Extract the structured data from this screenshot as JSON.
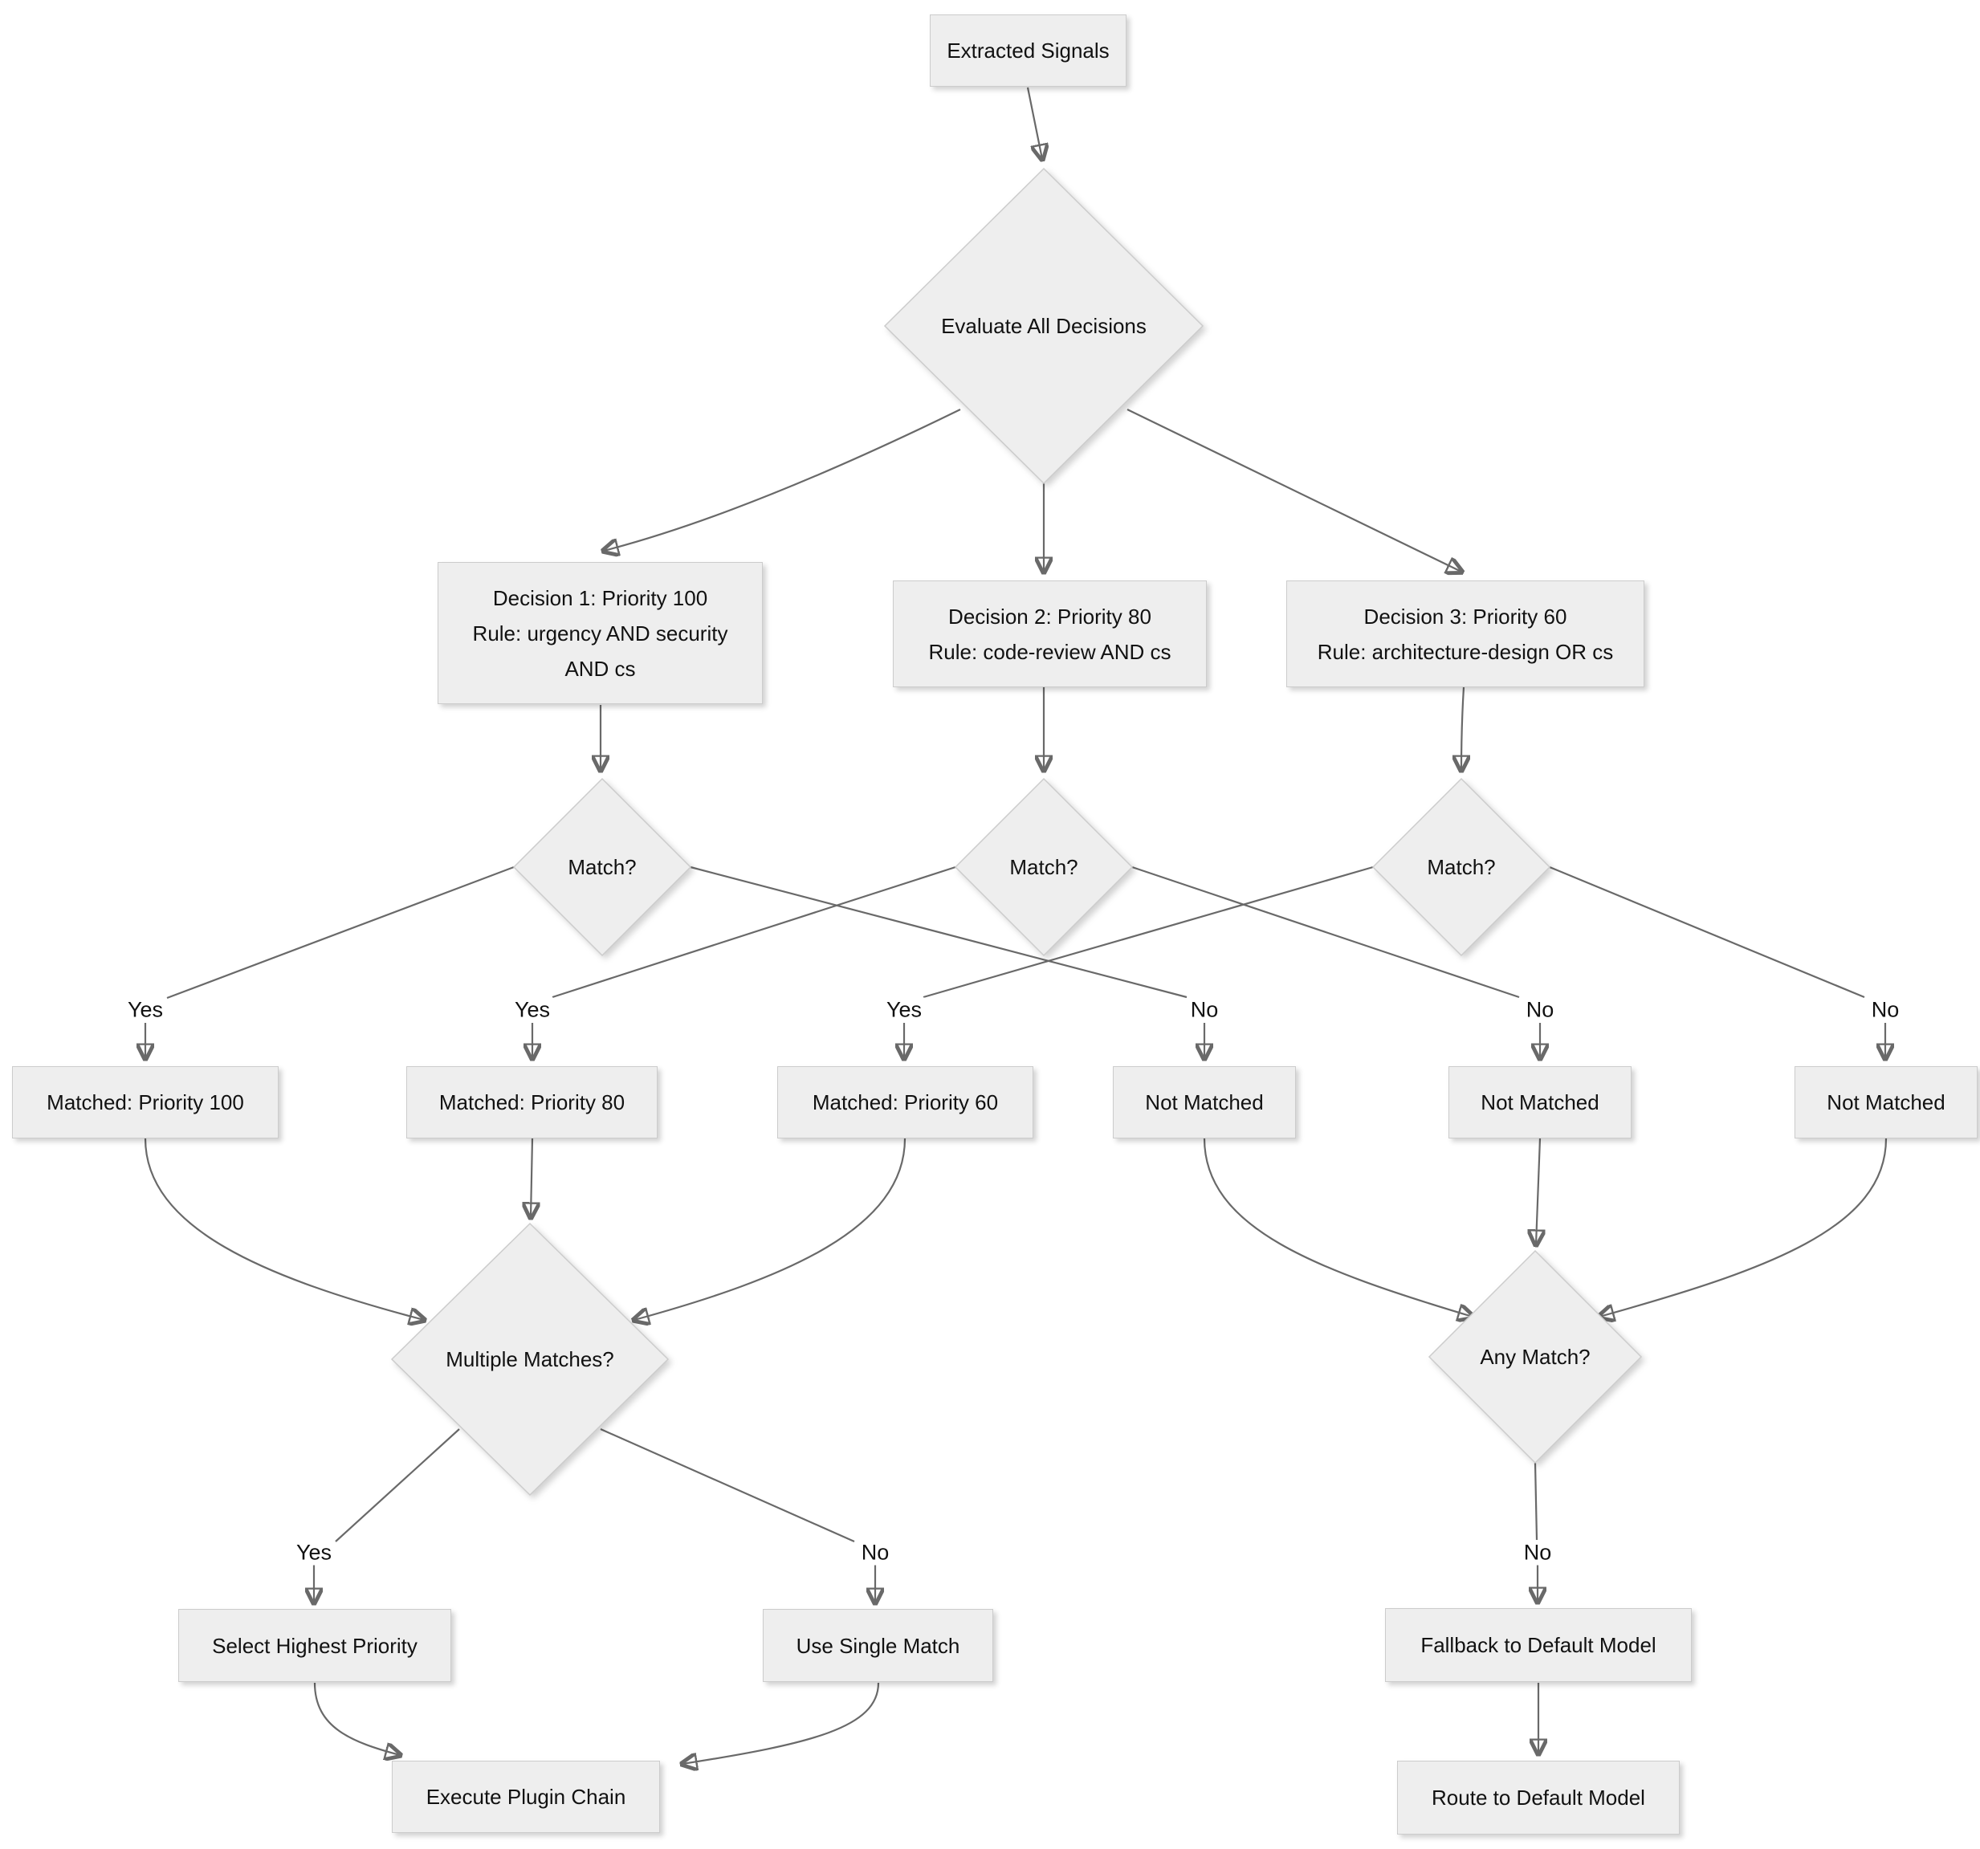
{
  "diagram": {
    "title": "Decision routing flowchart",
    "background_color": "#ffffff",
    "node_fill_color": "#eeeeee",
    "node_border_color": "#cccccc",
    "edge_color": "#696969",
    "text_color": "#111111"
  },
  "nodes": {
    "extracted_signals": "Extracted Signals",
    "evaluate_all": "Evaluate All Decisions",
    "decision1": "Decision 1: Priority 100\nRule: urgency AND security\nAND cs",
    "decision2": "Decision 2: Priority 80\nRule: code-review AND cs",
    "decision3": "Decision 3: Priority 60\nRule: architecture-design OR cs",
    "match1": "Match?",
    "match2": "Match?",
    "match3": "Match?",
    "matched_100": "Matched: Priority 100",
    "matched_80": "Matched: Priority 80",
    "matched_60": "Matched: Priority 60",
    "not_matched_1": "Not Matched",
    "not_matched_2": "Not Matched",
    "not_matched_3": "Not Matched",
    "multiple_matches": "Multiple Matches?",
    "any_match": "Any Match?",
    "select_highest": "Select Highest Priority",
    "use_single": "Use Single Match",
    "execute_chain": "Execute Plugin Chain",
    "fallback": "Fallback to Default Model",
    "route_default": "Route to Default Model"
  },
  "edge_labels": {
    "yes": "Yes",
    "no": "No"
  }
}
